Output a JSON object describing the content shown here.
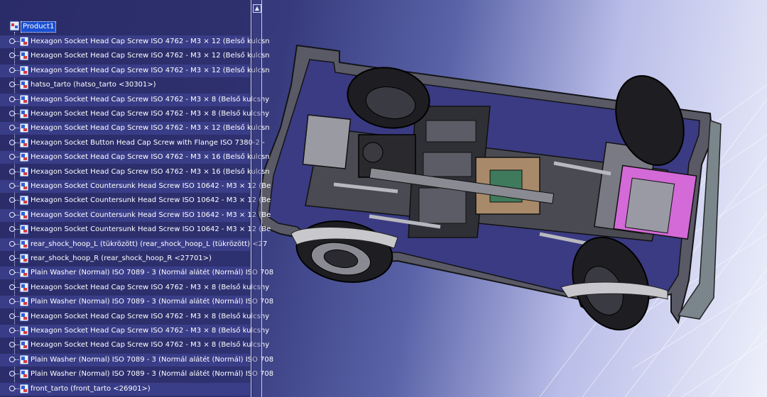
{
  "tree": {
    "root_label": "Product1",
    "items": [
      {
        "label": "Hexagon Socket Head Cap Screw ISO 4762 - M3 × 12 (Belső kulcsn"
      },
      {
        "label": "Hexagon Socket Head Cap Screw ISO 4762 - M3 × 12 (Belső kulcsn"
      },
      {
        "label": "Hexagon Socket Head Cap Screw ISO 4762 - M3 × 12 (Belső kulcsn"
      },
      {
        "label": "hatso_tarto (hatso_tarto <30301>)"
      },
      {
        "label": "Hexagon Socket Head Cap Screw ISO 4762 - M3 × 8 (Belső kulcsny"
      },
      {
        "label": "Hexagon Socket Head Cap Screw ISO 4762 - M3 × 8 (Belső kulcsny"
      },
      {
        "label": "Hexagon Socket Head Cap Screw ISO 4762 - M3 × 12 (Belső kulcsn"
      },
      {
        "label": "Hexagon Socket Button Head Cap Screw with Flange ISO 7380-2 -"
      },
      {
        "label": "Hexagon Socket Head Cap Screw ISO 4762 - M3 × 16 (Belső kulcsn"
      },
      {
        "label": "Hexagon Socket Head Cap Screw ISO 4762 - M3 × 16 (Belső kulcsn"
      },
      {
        "label": "Hexagon Socket Countersunk Head Screw ISO 10642 - M3 × 12 (Be"
      },
      {
        "label": "Hexagon Socket Countersunk Head Screw ISO 10642 - M3 × 12 (Be"
      },
      {
        "label": "Hexagon Socket Countersunk Head Screw ISO 10642 - M3 × 12 (Be"
      },
      {
        "label": "Hexagon Socket Countersunk Head Screw ISO 10642 - M3 × 12 (Be"
      },
      {
        "label": "rear_shock_hoop_L (tükrözött) (rear_shock_hoop_L (tükrözött) <27"
      },
      {
        "label": "rear_shock_hoop_R (rear_shock_hoop_R <27701>)"
      },
      {
        "label": "Plain Washer (Normal) ISO 7089 - 3 (Normál alátét (Normál) ISO 708"
      },
      {
        "label": "Hexagon Socket Head Cap Screw ISO 4762 - M3 × 8 (Belső kulcsny"
      },
      {
        "label": "Plain Washer (Normal) ISO 7089 - 3 (Normál alátét (Normál) ISO 708"
      },
      {
        "label": "Hexagon Socket Head Cap Screw ISO 4762 - M3 × 8 (Belső kulcsny"
      },
      {
        "label": "Hexagon Socket Head Cap Screw ISO 4762 - M3 × 8 (Belső kulcsny"
      },
      {
        "label": "Hexagon Socket Head Cap Screw ISO 4762 - M3 × 8 (Belső kulcsny"
      },
      {
        "label": "Plain Washer (Normal) ISO 7089 - 3 (Normál alátét (Normál) ISO 708"
      },
      {
        "label": "Plain Washer (Normal) ISO 7089 - 3 (Normál alátét (Normál) ISO 708"
      },
      {
        "label": "front_tarto (front_tarto <26901>)"
      }
    ]
  },
  "colors": {
    "background_left": "#2e2f6e",
    "background_right": "#eef0fb",
    "selection": "#1b4fd0",
    "row_band": "#3c408c"
  },
  "icons": {
    "root": "product-icon",
    "item": "part-icon",
    "scroll": "scroll-up-arrow-icon"
  }
}
